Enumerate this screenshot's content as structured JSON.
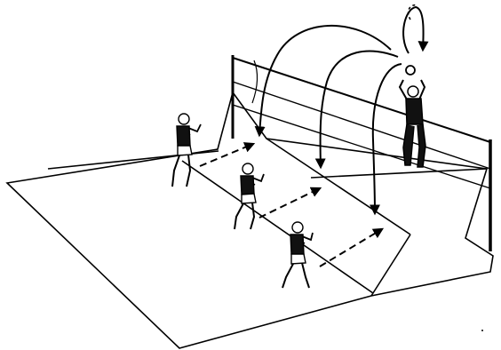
{
  "figure": {
    "ink_color": "#000000",
    "paper_color": "#ffffff",
    "scene": "volleyball-court-setting-drill",
    "players_in_receiving_line": 3,
    "setter_count": 1,
    "ball_trajectories": 4,
    "movement_arrows": 3,
    "icons": [
      "net",
      "ball",
      "player",
      "trajectory-arrow",
      "dashed-movement-arrow"
    ]
  }
}
